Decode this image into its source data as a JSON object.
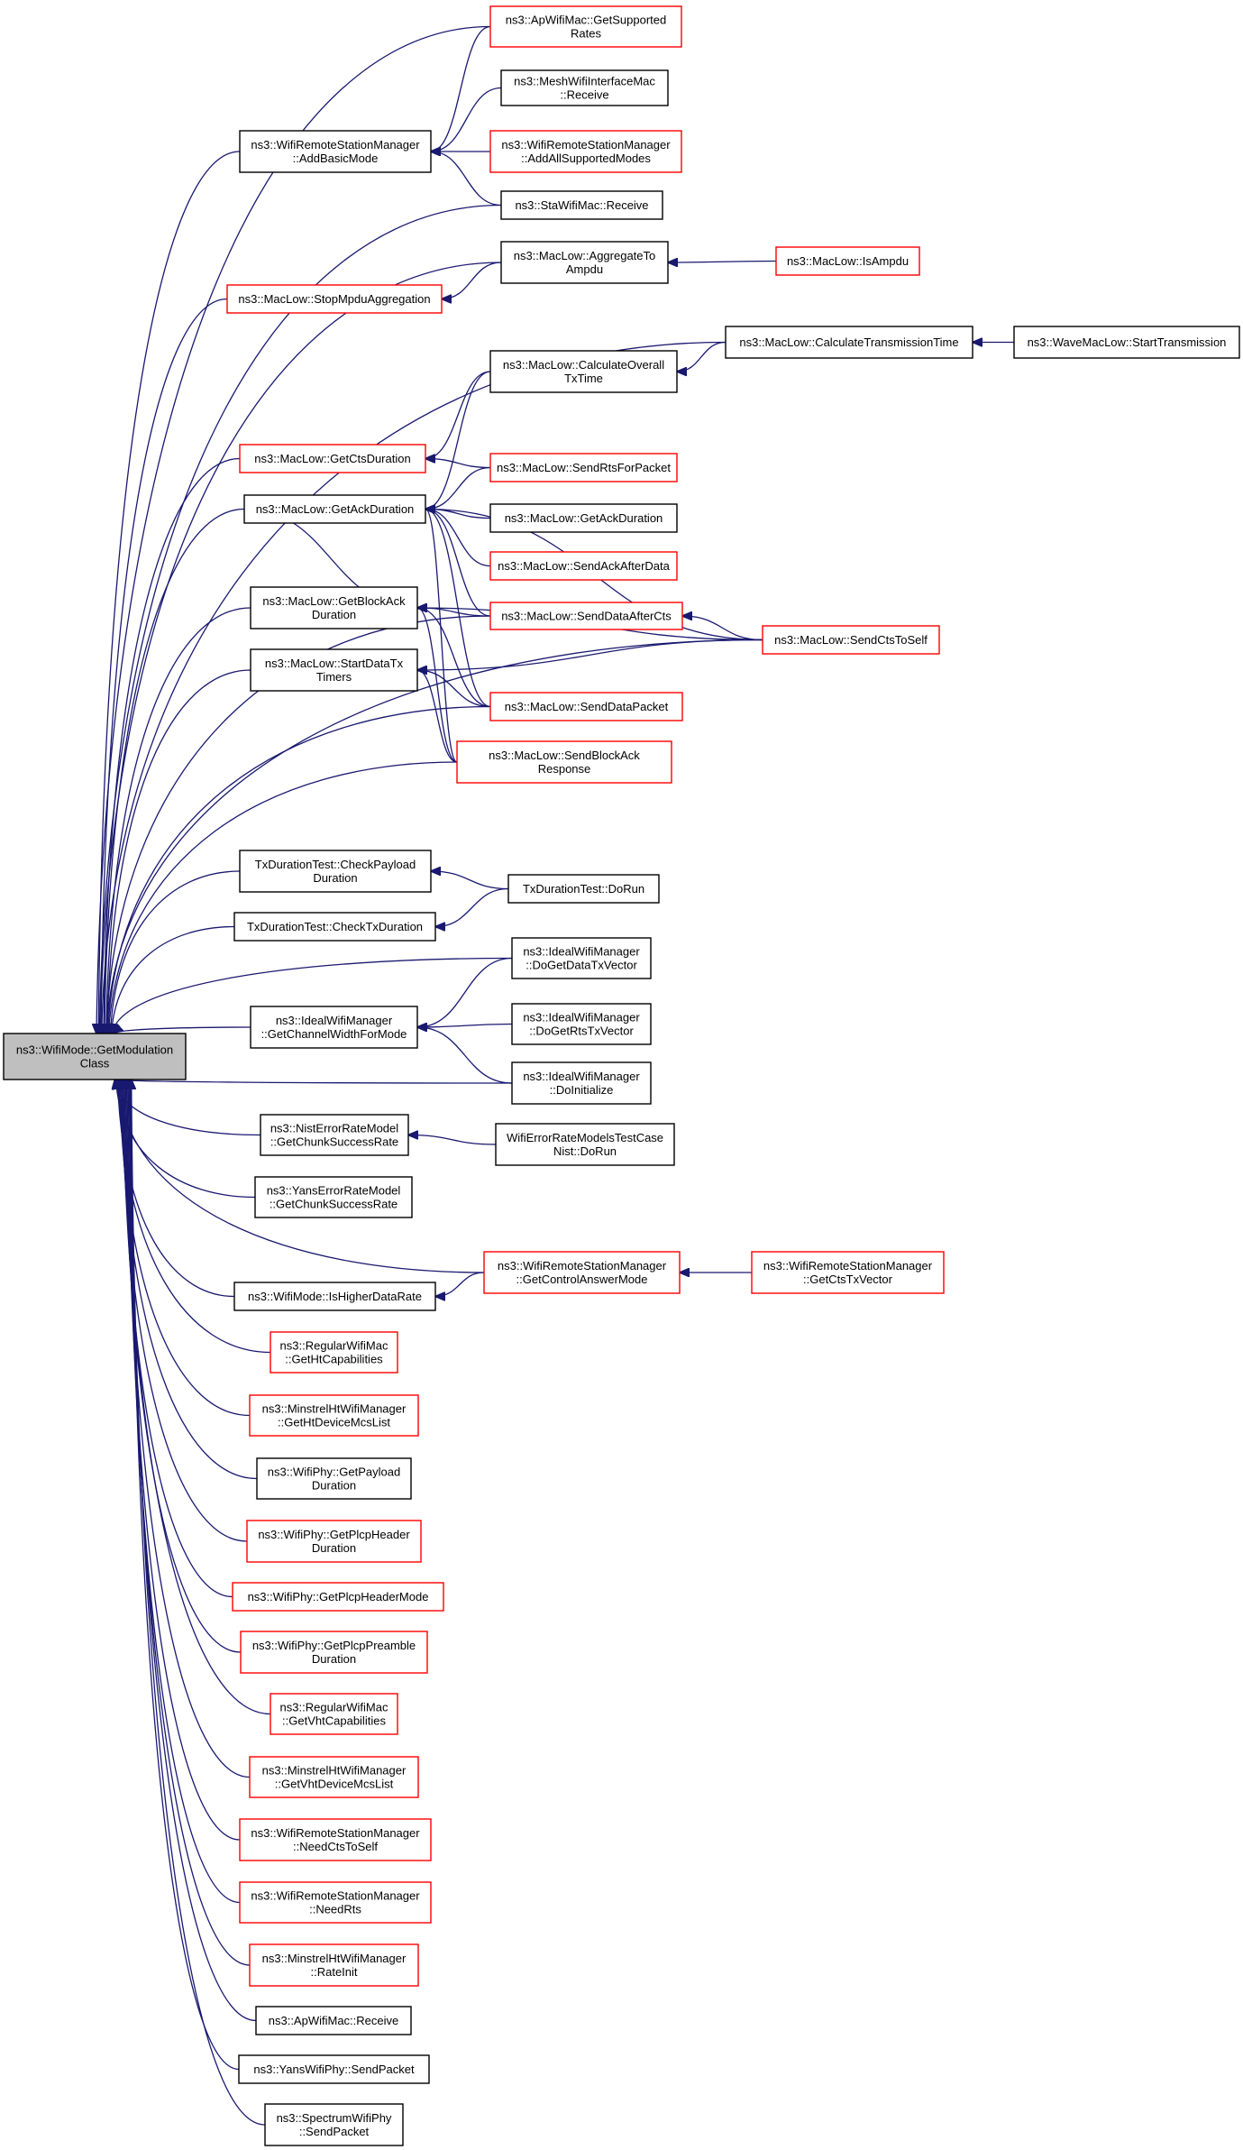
{
  "nodes": [
    {
      "id": "root",
      "lines": [
        "ns3::WifiMode::GetModulation",
        "Class"
      ],
      "color": "gray"
    },
    {
      "id": "n_apGetRates",
      "lines": [
        "ns3::ApWifiMac::GetSupported",
        "Rates"
      ],
      "color": "red"
    },
    {
      "id": "n_addBasic",
      "lines": [
        "ns3::WifiRemoteStationManager",
        "::AddBasicMode"
      ],
      "color": "black"
    },
    {
      "id": "n_meshRecv",
      "lines": [
        "ns3::MeshWifiInterfaceMac",
        "::Receive"
      ],
      "color": "black"
    },
    {
      "id": "n_addAll",
      "lines": [
        "ns3::WifiRemoteStationManager",
        "::AddAllSupportedModes"
      ],
      "color": "red"
    },
    {
      "id": "n_staRecv",
      "lines": [
        "ns3::StaWifiMac::Receive"
      ],
      "color": "black"
    },
    {
      "id": "n_aggr",
      "lines": [
        "ns3::MacLow::AggregateTo",
        "Ampdu"
      ],
      "color": "black"
    },
    {
      "id": "n_isAmpdu",
      "lines": [
        "ns3::MacLow::IsAmpdu"
      ],
      "color": "red"
    },
    {
      "id": "n_stopMpdu",
      "lines": [
        "ns3::MacLow::StopMpduAggregation"
      ],
      "color": "red"
    },
    {
      "id": "n_calcTrans",
      "lines": [
        "ns3::MacLow::CalculateTransmissionTime"
      ],
      "color": "black"
    },
    {
      "id": "n_waveStart",
      "lines": [
        "ns3::WaveMacLow::StartTransmission"
      ],
      "color": "black"
    },
    {
      "id": "n_calcOverall",
      "lines": [
        "ns3::MacLow::CalculateOverall",
        "TxTime"
      ],
      "color": "black"
    },
    {
      "id": "n_getCts",
      "lines": [
        "ns3::MacLow::GetCtsDuration"
      ],
      "color": "red"
    },
    {
      "id": "n_sendRts",
      "lines": [
        "ns3::MacLow::SendRtsForPacket"
      ],
      "color": "red"
    },
    {
      "id": "n_getAck",
      "lines": [
        "ns3::MacLow::GetAckDuration"
      ],
      "color": "black"
    },
    {
      "id": "n_getAck2",
      "lines": [
        "ns3::MacLow::GetAckDuration"
      ],
      "color": "black"
    },
    {
      "id": "n_sendAck",
      "lines": [
        "ns3::MacLow::SendAckAfterData"
      ],
      "color": "red"
    },
    {
      "id": "n_getBlockAck",
      "lines": [
        "ns3::MacLow::GetBlockAck",
        "Duration"
      ],
      "color": "black"
    },
    {
      "id": "n_sendDataAfterCts",
      "lines": [
        "ns3::MacLow::SendDataAfterCts"
      ],
      "color": "red"
    },
    {
      "id": "n_sendCtsToSelf",
      "lines": [
        "ns3::MacLow::SendCtsToSelf"
      ],
      "color": "red"
    },
    {
      "id": "n_startData",
      "lines": [
        "ns3::MacLow::StartDataTx",
        "Timers"
      ],
      "color": "black"
    },
    {
      "id": "n_sendDataPacket",
      "lines": [
        "ns3::MacLow::SendDataPacket"
      ],
      "color": "red"
    },
    {
      "id": "n_sendBlockAck",
      "lines": [
        "ns3::MacLow::SendBlockAck",
        "Response"
      ],
      "color": "red"
    },
    {
      "id": "n_checkPayload",
      "lines": [
        "TxDurationTest::CheckPayload",
        "Duration"
      ],
      "color": "black"
    },
    {
      "id": "n_doRun",
      "lines": [
        "TxDurationTest::DoRun"
      ],
      "color": "black"
    },
    {
      "id": "n_checkTx",
      "lines": [
        "TxDurationTest::CheckTxDuration"
      ],
      "color": "black"
    },
    {
      "id": "n_idealData",
      "lines": [
        "ns3::IdealWifiManager",
        "::DoGetDataTxVector"
      ],
      "color": "black"
    },
    {
      "id": "n_idealChan",
      "lines": [
        "ns3::IdealWifiManager",
        "::GetChannelWidthForMode"
      ],
      "color": "black"
    },
    {
      "id": "n_idealRts",
      "lines": [
        "ns3::IdealWifiManager",
        "::DoGetRtsTxVector"
      ],
      "color": "black"
    },
    {
      "id": "n_idealInit",
      "lines": [
        "ns3::IdealWifiManager",
        "::DoInitialize"
      ],
      "color": "black"
    },
    {
      "id": "n_nist",
      "lines": [
        "ns3::NistErrorRateModel",
        "::GetChunkSuccessRate"
      ],
      "color": "black"
    },
    {
      "id": "n_nistTest",
      "lines": [
        "WifiErrorRateModelsTestCase",
        "Nist::DoRun"
      ],
      "color": "black"
    },
    {
      "id": "n_yans",
      "lines": [
        "ns3::YansErrorRateModel",
        "::GetChunkSuccessRate"
      ],
      "color": "black"
    },
    {
      "id": "n_ctrlAnswer",
      "lines": [
        "ns3::WifiRemoteStationManager",
        "::GetControlAnswerMode"
      ],
      "color": "red"
    },
    {
      "id": "n_getCtsTx",
      "lines": [
        "ns3::WifiRemoteStationManager",
        "::GetCtsTxVector"
      ],
      "color": "red"
    },
    {
      "id": "n_isHigher",
      "lines": [
        "ns3::WifiMode::IsHigherDataRate"
      ],
      "color": "black"
    },
    {
      "id": "n_regHt",
      "lines": [
        "ns3::RegularWifiMac",
        "::GetHtCapabilities"
      ],
      "color": "red"
    },
    {
      "id": "n_minHtMcs",
      "lines": [
        "ns3::MinstrelHtWifiManager",
        "::GetHtDeviceMcsList"
      ],
      "color": "red"
    },
    {
      "id": "n_phyPayload",
      "lines": [
        "ns3::WifiPhy::GetPayload",
        "Duration"
      ],
      "color": "black"
    },
    {
      "id": "n_phyPlcpHdr",
      "lines": [
        "ns3::WifiPhy::GetPlcpHeader",
        "Duration"
      ],
      "color": "red"
    },
    {
      "id": "n_phyPlcpMode",
      "lines": [
        "ns3::WifiPhy::GetPlcpHeaderMode"
      ],
      "color": "red"
    },
    {
      "id": "n_phyPreamble",
      "lines": [
        "ns3::WifiPhy::GetPlcpPreamble",
        "Duration"
      ],
      "color": "red"
    },
    {
      "id": "n_regVht",
      "lines": [
        "ns3::RegularWifiMac",
        "::GetVhtCapabilities"
      ],
      "color": "red"
    },
    {
      "id": "n_minVhtMcs",
      "lines": [
        "ns3::MinstrelHtWifiManager",
        "::GetVhtDeviceMcsList"
      ],
      "color": "red"
    },
    {
      "id": "n_needCts",
      "lines": [
        "ns3::WifiRemoteStationManager",
        "::NeedCtsToSelf"
      ],
      "color": "red"
    },
    {
      "id": "n_needRts",
      "lines": [
        "ns3::WifiRemoteStationManager",
        "::NeedRts"
      ],
      "color": "red"
    },
    {
      "id": "n_rateInit",
      "lines": [
        "ns3::MinstrelHtWifiManager",
        "::RateInit"
      ],
      "color": "red"
    },
    {
      "id": "n_apRecv",
      "lines": [
        "ns3::ApWifiMac::Receive"
      ],
      "color": "black"
    },
    {
      "id": "n_yansSend",
      "lines": [
        "ns3::YansWifiPhy::SendPacket"
      ],
      "color": "black"
    },
    {
      "id": "n_specSend",
      "lines": [
        "ns3::SpectrumWifiPhy",
        "::SendPacket"
      ],
      "color": "black"
    }
  ],
  "edges": [
    [
      "n_apGetRates",
      "root"
    ],
    [
      "n_addBasic",
      "root"
    ],
    [
      "n_staRecv",
      "root"
    ],
    [
      "n_aggr",
      "root"
    ],
    [
      "n_stopMpdu",
      "root"
    ],
    [
      "n_calcTrans",
      "root"
    ],
    [
      "n_getCts",
      "root"
    ],
    [
      "n_getAck",
      "root"
    ],
    [
      "n_sendDataAfterCts",
      "root"
    ],
    [
      "n_getBlockAck",
      "root"
    ],
    [
      "n_startData",
      "root"
    ],
    [
      "n_sendDataPacket",
      "root"
    ],
    [
      "n_sendBlockAck",
      "root"
    ],
    [
      "n_sendCtsToSelf",
      "root"
    ],
    [
      "n_checkPayload",
      "root"
    ],
    [
      "n_checkTx",
      "root"
    ],
    [
      "n_idealData",
      "root"
    ],
    [
      "n_idealChan",
      "root"
    ],
    [
      "n_idealInit",
      "root"
    ],
    [
      "n_nist",
      "root"
    ],
    [
      "n_yans",
      "root"
    ],
    [
      "n_ctrlAnswer",
      "root"
    ],
    [
      "n_isHigher",
      "root"
    ],
    [
      "n_regHt",
      "root"
    ],
    [
      "n_minHtMcs",
      "root"
    ],
    [
      "n_phyPayload",
      "root"
    ],
    [
      "n_phyPlcpHdr",
      "root"
    ],
    [
      "n_phyPlcpMode",
      "root"
    ],
    [
      "n_phyPreamble",
      "root"
    ],
    [
      "n_regVht",
      "root"
    ],
    [
      "n_minVhtMcs",
      "root"
    ],
    [
      "n_needCts",
      "root"
    ],
    [
      "n_needRts",
      "root"
    ],
    [
      "n_rateInit",
      "root"
    ],
    [
      "n_apRecv",
      "root"
    ],
    [
      "n_yansSend",
      "root"
    ],
    [
      "n_specSend",
      "root"
    ],
    [
      "n_apGetRates",
      "n_addBasic"
    ],
    [
      "n_meshRecv",
      "n_addBasic"
    ],
    [
      "n_addAll",
      "n_addBasic"
    ],
    [
      "n_staRecv",
      "n_addBasic"
    ],
    [
      "n_isAmpdu",
      "n_aggr"
    ],
    [
      "n_aggr",
      "n_stopMpdu"
    ],
    [
      "n_waveStart",
      "n_calcTrans"
    ],
    [
      "n_calcTrans",
      "n_calcOverall"
    ],
    [
      "n_calcOverall",
      "n_getCts"
    ],
    [
      "n_sendRts",
      "n_getCts"
    ],
    [
      "n_calcOverall",
      "n_getAck"
    ],
    [
      "n_sendRts",
      "n_getAck"
    ],
    [
      "n_getAck2",
      "n_getAck"
    ],
    [
      "n_sendAck",
      "n_getAck"
    ],
    [
      "n_sendDataAfterCts",
      "n_getAck"
    ],
    [
      "n_sendCtsToSelf",
      "n_getAck"
    ],
    [
      "n_sendDataPacket",
      "n_getAck"
    ],
    [
      "n_sendBlockAck",
      "n_getAck"
    ],
    [
      "n_getBlockAck",
      "n_getAck"
    ],
    [
      "n_sendDataAfterCts",
      "n_getBlockAck"
    ],
    [
      "n_sendCtsToSelf",
      "n_getBlockAck"
    ],
    [
      "n_sendDataPacket",
      "n_getBlockAck"
    ],
    [
      "n_sendBlockAck",
      "n_getBlockAck"
    ],
    [
      "n_sendCtsToSelf",
      "n_sendDataAfterCts"
    ],
    [
      "n_sendCtsToSelf",
      "n_startData"
    ],
    [
      "n_sendDataPacket",
      "n_startData"
    ],
    [
      "n_sendBlockAck",
      "n_startData"
    ],
    [
      "n_doRun",
      "n_checkPayload"
    ],
    [
      "n_doRun",
      "n_checkTx"
    ],
    [
      "n_idealData",
      "n_idealChan"
    ],
    [
      "n_idealRts",
      "n_idealChan"
    ],
    [
      "n_idealInit",
      "n_idealChan"
    ],
    [
      "n_nistTest",
      "n_nist"
    ],
    [
      "n_ctrlAnswer",
      "n_isHigher"
    ],
    [
      "n_getCtsTx",
      "n_ctrlAnswer"
    ]
  ]
}
